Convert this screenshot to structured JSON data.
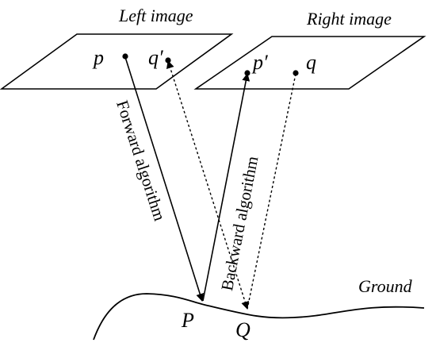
{
  "labels": {
    "left_image": "Left image",
    "right_image": "Right image",
    "ground": "Ground",
    "forward_algorithm": "Forward algorithm",
    "backward_algorithm": "Backward algorithm"
  },
  "points": {
    "p": "p",
    "q_prime": "q′",
    "p_prime": "p′",
    "q": "q",
    "P": "P",
    "Q": "Q"
  }
}
